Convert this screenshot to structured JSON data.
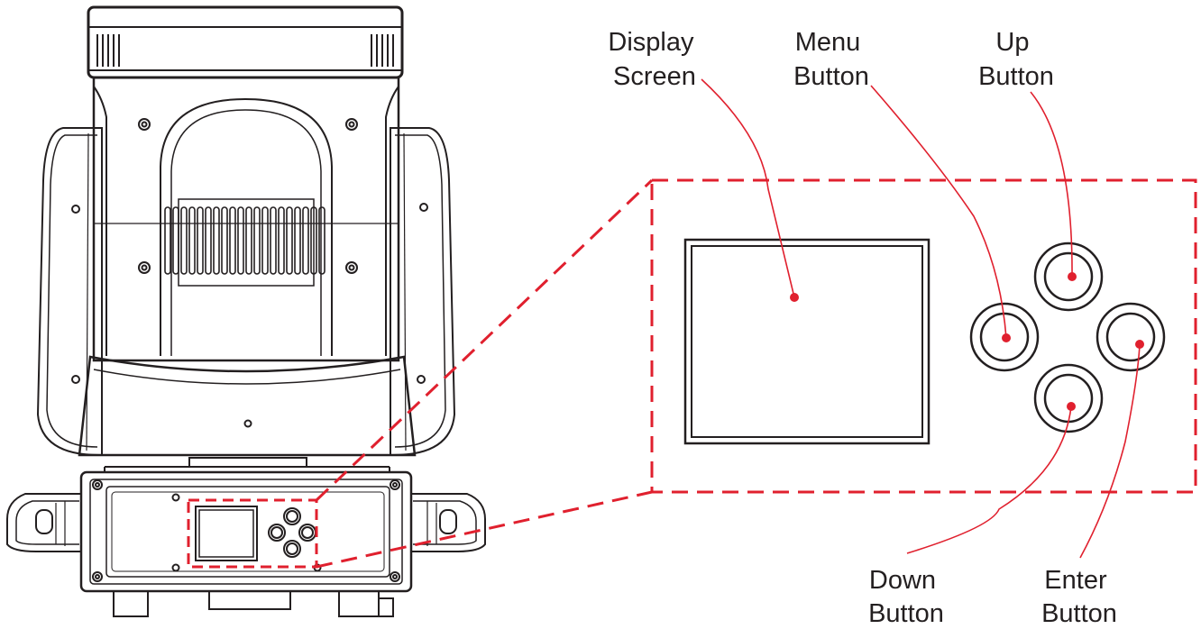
{
  "callouts": {
    "display_screen": [
      "Display",
      "Screen"
    ],
    "menu_button": [
      "Menu",
      "Button"
    ],
    "up_button": [
      "Up",
      "Button"
    ],
    "down_button": [
      "Down",
      "Button"
    ],
    "enter_button": [
      "Enter",
      "Button"
    ]
  },
  "colors": {
    "outline": "#231f20",
    "callout": "#e0202e",
    "background": "#ffffff"
  }
}
